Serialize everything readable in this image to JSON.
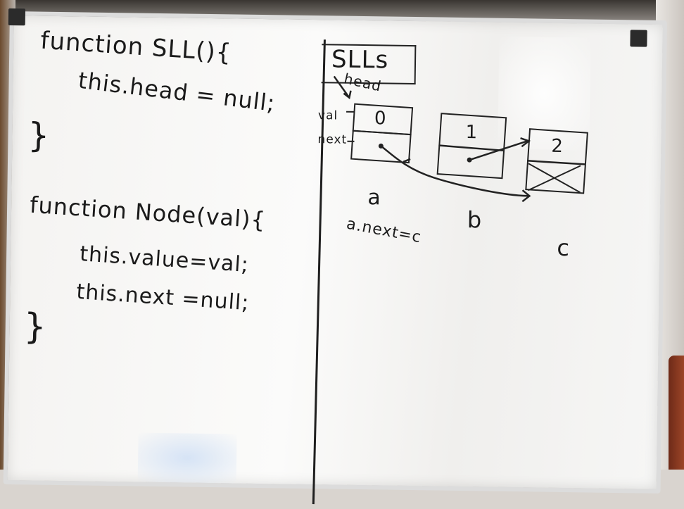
{
  "left_panel": {
    "sll_function_line": "function SLL(){",
    "sll_body_line": "this.head = null;",
    "sll_close_brace": "}",
    "node_function_line": "function Node(val){",
    "node_value_line": "this.value=val;",
    "node_next_line": "this.next =null;",
    "node_close_brace": "}"
  },
  "right_panel": {
    "title": "SLLs",
    "head_label": "head",
    "val_label": "val",
    "next_label": "next",
    "nodes": [
      {
        "value": "0",
        "name": "a"
      },
      {
        "value": "1",
        "name": "b"
      },
      {
        "value": "2",
        "name": "c"
      }
    ],
    "assignment": "a.next=c"
  },
  "colors": {
    "ink": "#1a1a1a",
    "board": "#f7f7f6",
    "frame": "#dcdcdc"
  }
}
